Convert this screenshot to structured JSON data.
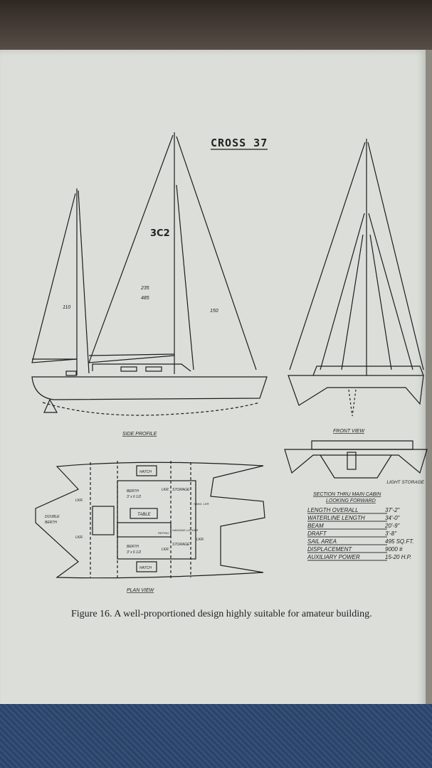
{
  "title": "CROSS 37",
  "sail_marks": {
    "mizzen": "110",
    "main_top": "235",
    "main_bottom": "485",
    "jib": "150",
    "sail_number": "3C2"
  },
  "views": {
    "side": "SIDE PROFILE",
    "front": "FRONT VIEW",
    "plan": "PLAN VIEW",
    "section_line1": "SECTION THRU MAIN CABIN",
    "section_line2": "LOOKING FORWARD",
    "light_storage": "LIGHT STORAGE"
  },
  "plan_labels": {
    "hatch": "HATCH",
    "berth": "BERTH",
    "berth_size": "3' x 6 1/2",
    "lkr": "LKR.",
    "storage": "STORAGE",
    "table": "TABLE",
    "double": "DOUBLE",
    "berth2": "BERTH",
    "hanging_lkr": "HANG. LKR",
    "hanging_locker": "HANGING LOCKER",
    "refrig": "REFRIG."
  },
  "specs": [
    {
      "label": "LENGTH OVERALL",
      "value": "37'-2\""
    },
    {
      "label": "WATERLINE LENGTH",
      "value": "34'-0\""
    },
    {
      "label": "BEAM",
      "value": "20'-9\""
    },
    {
      "label": "DRAFT",
      "value": "3'-8\""
    },
    {
      "label": "SAIL AREA",
      "value": "495 SQ.FT."
    },
    {
      "label": "DISPLACEMENT",
      "value": "9000 #"
    },
    {
      "label": "AUXILIARY POWER",
      "value": "15-20 H.P."
    }
  ],
  "caption": "Figure 16. A well-proportioned design highly suitable for amateur building."
}
